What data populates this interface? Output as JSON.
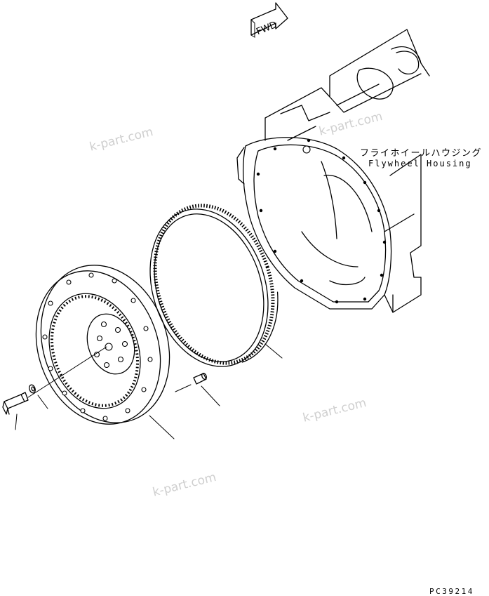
{
  "fwd_label": "FWD",
  "housing": {
    "label_jp": "フライホイールハウジング",
    "label_en": "Flywheel Housing"
  },
  "drawing_code": "PC39214",
  "watermarks": [
    "k-part.com",
    "k-part.com",
    "k-part.com",
    "k-part.com"
  ],
  "parts": [
    "bolt",
    "washer",
    "flywheel",
    "dowel-pin",
    "ring-gear",
    "flywheel-housing"
  ]
}
